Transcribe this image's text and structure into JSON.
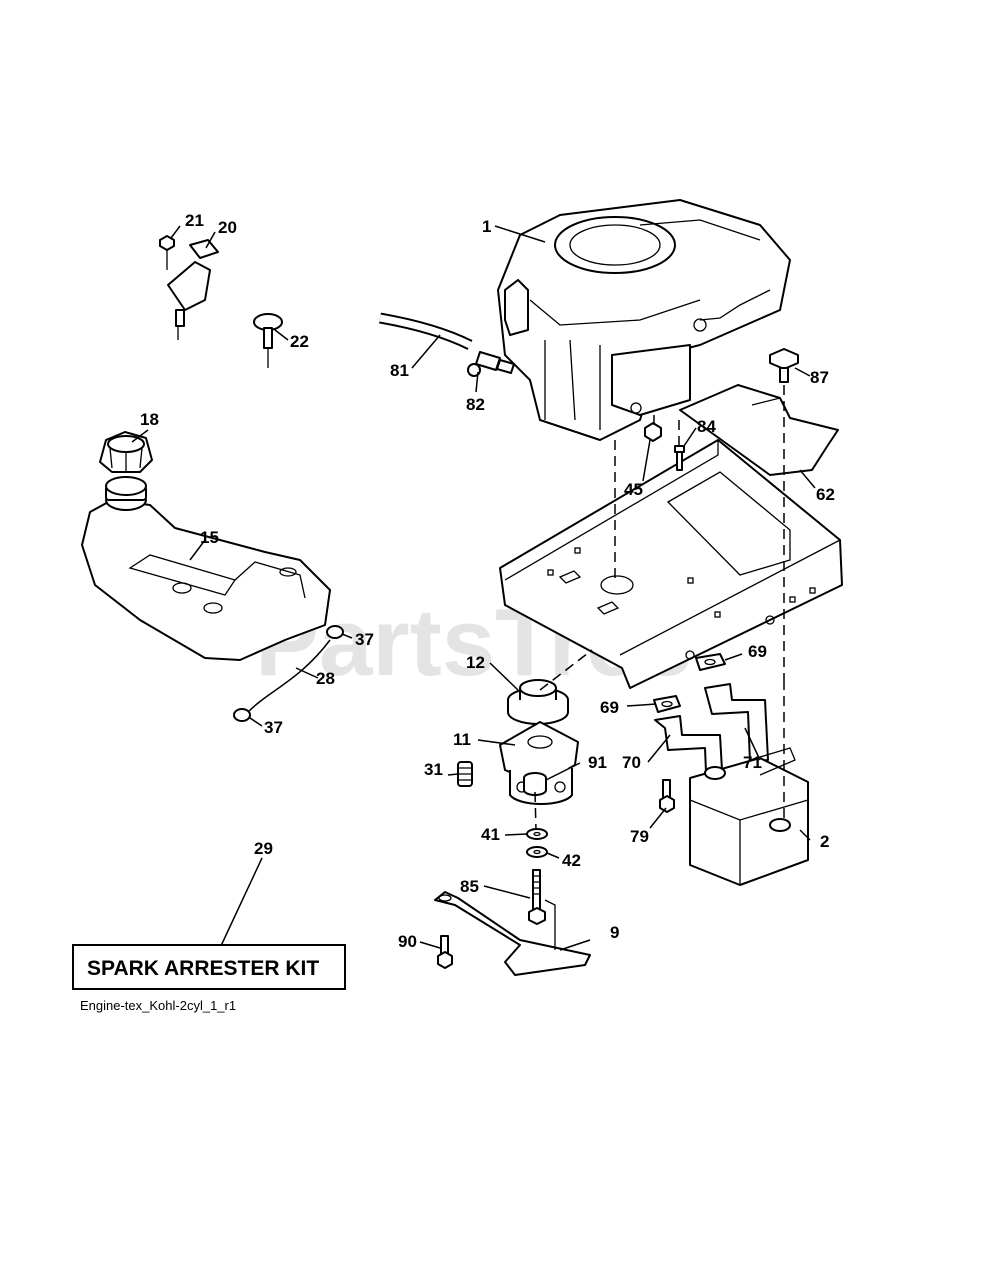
{
  "callouts": {
    "c1": "1",
    "c2": "2",
    "c9": "9",
    "c11": "11",
    "c12": "12",
    "c15": "15",
    "c18": "18",
    "c20": "20",
    "c21": "21",
    "c22": "22",
    "c28": "28",
    "c29": "29",
    "c31": "31",
    "c37a": "37",
    "c37b": "37",
    "c41": "41",
    "c42": "42",
    "c45": "45",
    "c62": "62",
    "c69a": "69",
    "c69b": "69",
    "c70": "70",
    "c71": "71",
    "c79": "79",
    "c81": "81",
    "c82": "82",
    "c84": "84",
    "c85": "85",
    "c87": "87",
    "c90": "90",
    "c91": "91"
  },
  "kit_label": "SPARK ARRESTER KIT",
  "drawing_ref": "Engine-tex_Kohl-2cyl_1_r1",
  "watermark": "PartsTree"
}
